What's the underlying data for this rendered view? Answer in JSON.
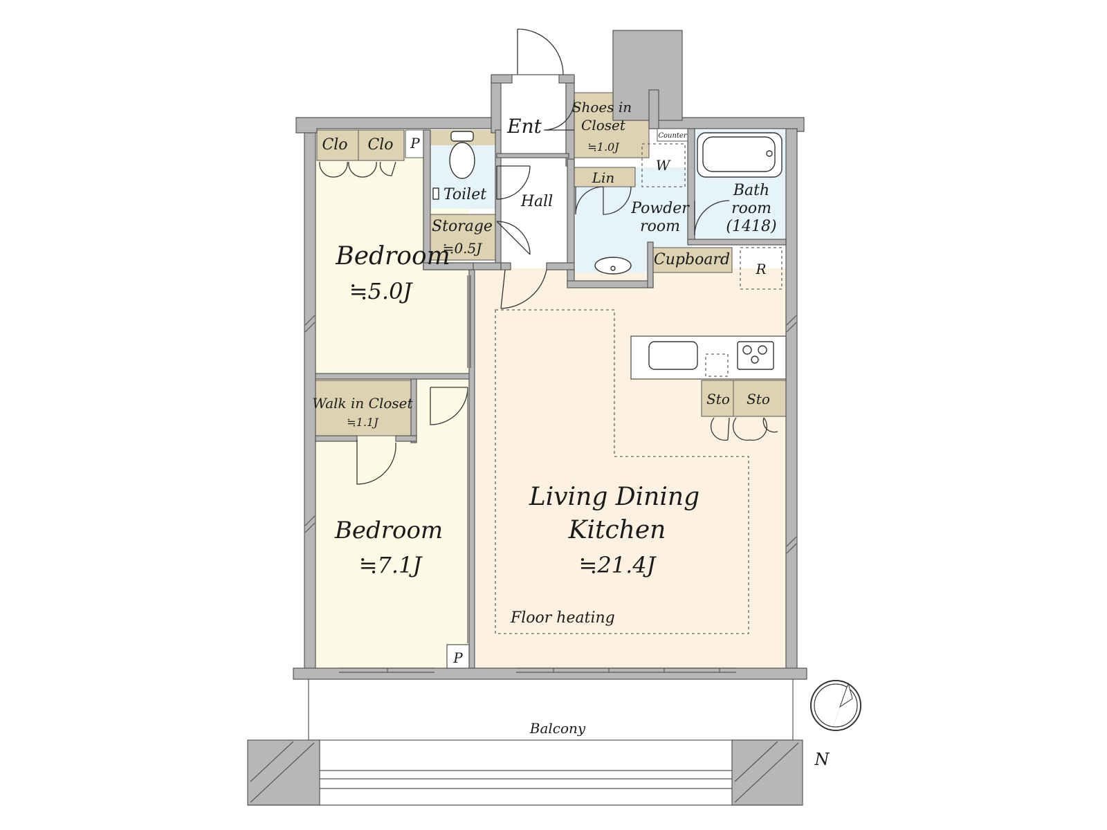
{
  "rooms": {
    "bedroom1": {
      "name": "Bedroom",
      "area": "≒5.0J"
    },
    "bedroom2": {
      "name": "Bedroom",
      "area": "≒7.1J"
    },
    "ldk": {
      "name_line1": "Living Dining",
      "name_line2": "Kitchen",
      "area": "≒21.4J",
      "note": "Floor heating"
    },
    "walk_in_closet": {
      "name": "Walk in Closet",
      "area": "≒1.1J"
    },
    "shoes_closet": {
      "name_line1": "Shoes in",
      "name_line2": "Closet",
      "area": "≒1.0J"
    },
    "storage": {
      "name": "Storage",
      "area": "≒0.5J"
    },
    "toilet": {
      "name": "Toilet"
    },
    "hall": {
      "name": "Hall"
    },
    "entrance": {
      "name": "Ent"
    },
    "powder_room": {
      "name_line1": "Powder",
      "name_line2": "room"
    },
    "bathroom": {
      "name_line1": "Bath",
      "name_line2": "room",
      "size": "(1418)"
    },
    "balcony": {
      "name": "Balcony"
    }
  },
  "labels": {
    "clo1": "Clo",
    "clo2": "Clo",
    "pipe_top": "P",
    "pipe_bottom": "P",
    "linen": "Lin",
    "washer": "W",
    "counter": "Counter",
    "cupboard": "Cupboard",
    "refrigerator": "R",
    "sto1": "Sto",
    "sto2": "Sto"
  },
  "compass": {
    "label": "N",
    "icon": "north-arrow-icon"
  },
  "colors": {
    "wall": "#b7b7b7",
    "bedroom": "#fdfbe6",
    "ldk": "#fdf1e1",
    "wet_area": "#e6f4fa",
    "storage": "#ddd3b3",
    "hall": "#ffffff"
  }
}
